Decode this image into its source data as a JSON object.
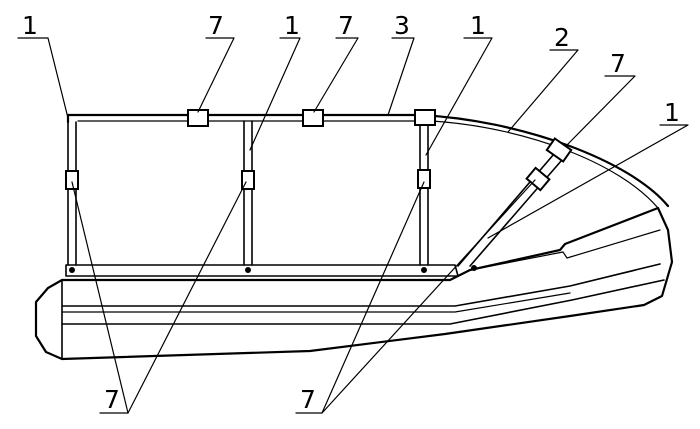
{
  "figure": {
    "callouts": {
      "c1_left": "1",
      "c7_top_left": "7",
      "c1_mid": "1",
      "c7_top_mid": "7",
      "c3_top": "3",
      "c1_right": "1",
      "c2_top": "2",
      "c7_top_right": "7",
      "c1_far_right": "1",
      "c7_bottom_left": "7",
      "c7_bottom_right": "7"
    }
  }
}
